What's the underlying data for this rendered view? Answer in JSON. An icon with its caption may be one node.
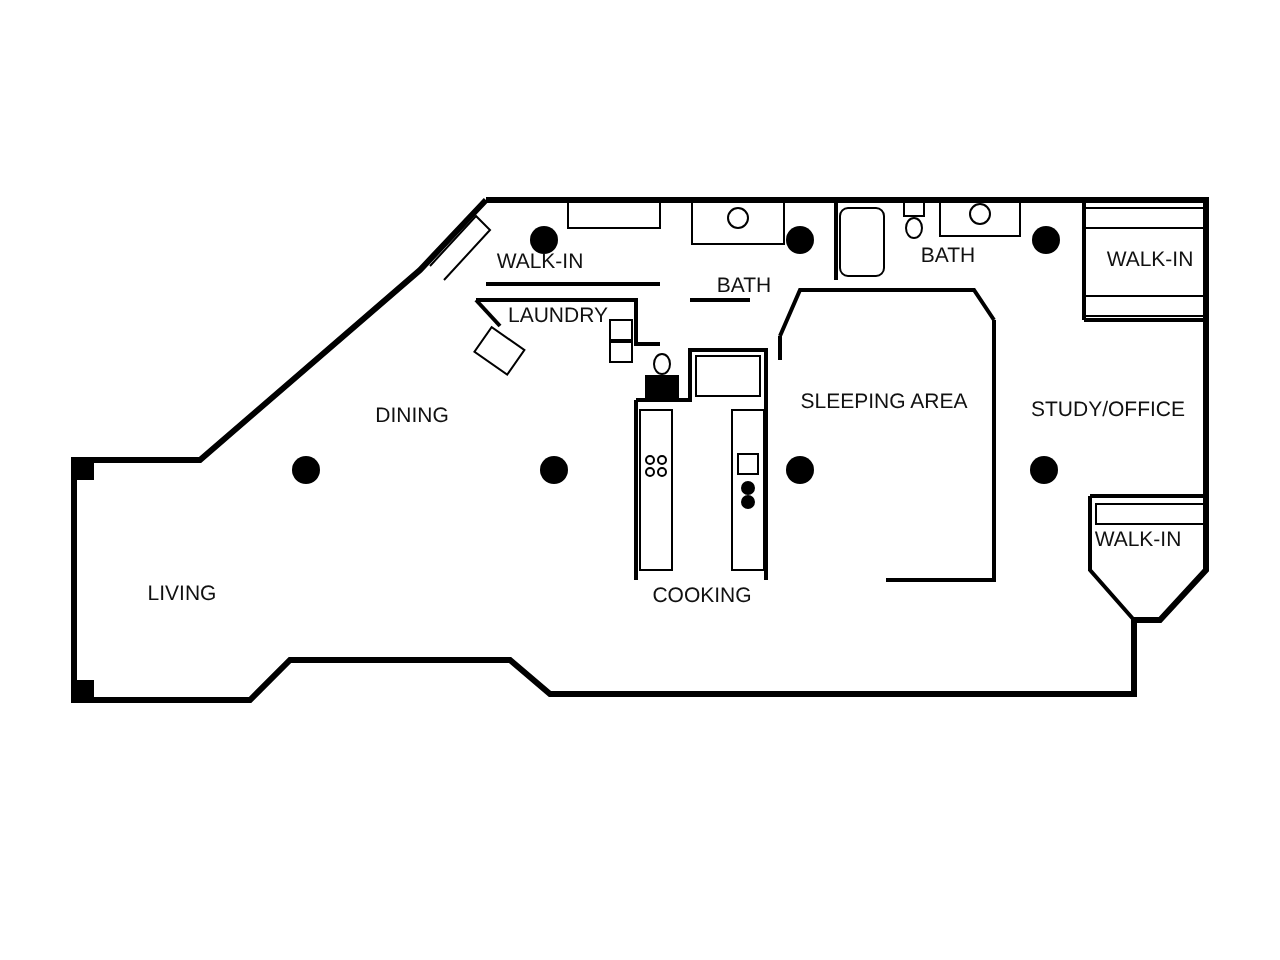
{
  "diagram": {
    "labels": [
      "BATH",
      "WALK-IN",
      "WALK-IN",
      "BATH",
      "LAUNDRY",
      "DINING",
      "SLEEPING AREA",
      "STUDY/OFFICE",
      "WALK-IN",
      "LIVING",
      "COOKING"
    ]
  }
}
